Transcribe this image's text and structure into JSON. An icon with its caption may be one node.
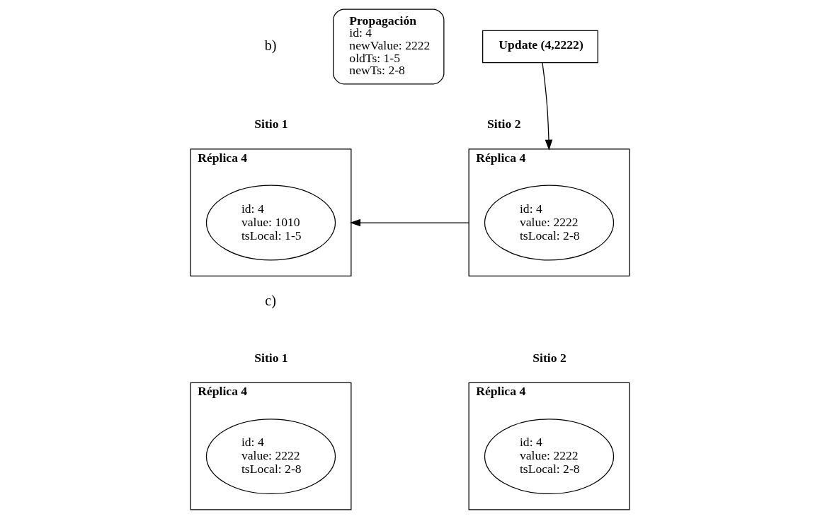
{
  "diagram": {
    "nodes": [
      {
        "text": [
          "Réplica 4"
        ],
        "beside": [
          "Sitio 1"
        ]
      },
      {
        "text": [
          "id: 4",
          "value: 1010",
          "tsLocal: 1-5"
        ],
        "in": 0
      },
      {
        "text": [
          "Propagación",
          "id: 4",
          "newValue: 2222",
          "oldTs: 1-5",
          "newTs: 2-8"
        ]
      },
      {
        "text": [
          "Update (4,2222)"
        ]
      },
      {
        "text": [
          "Réplica 4"
        ],
        "beside": [
          "Sitio 2"
        ]
      },
      {
        "text": [
          "id: 4",
          "value: 2222",
          "tsLocal: 2-8"
        ],
        "in": 4
      },
      {
        "text": [
          "Réplica 4"
        ],
        "beside": [
          "Sitio 1"
        ]
      },
      {
        "text": [
          "id: 4",
          "value: 2222",
          "tsLocal: 2-8"
        ],
        "in": 6
      },
      {
        "text": [
          "Réplica 4"
        ],
        "beside": [
          "Sitio 2"
        ]
      },
      {
        "text": [
          "id: 4",
          "value: 2222",
          "tsLocal: 2-8"
        ],
        "in": 8
      }
    ],
    "edges": [
      {
        "from": 3,
        "to": 4,
        "arrow": "to"
      },
      {
        "from": 4,
        "to": 0,
        "arrow": "to"
      }
    ],
    "labels": [
      "b)",
      "c)"
    ]
  }
}
